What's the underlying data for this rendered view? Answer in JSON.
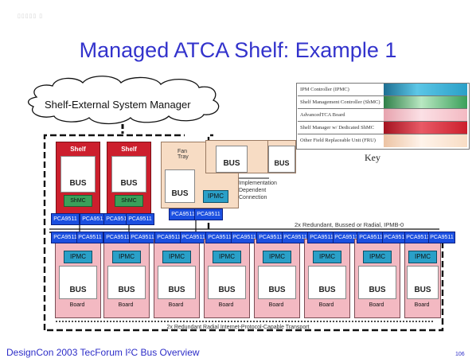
{
  "corner_mark": "▯▯▯▯▯ ▯",
  "title": "Managed ATCA Shelf: Example 1",
  "cloud_label": "Shelf-External System Manager",
  "key": {
    "label": "Key",
    "rows": [
      {
        "label": "IPM Controller (IPMC)",
        "color": "#2aa0c8"
      },
      {
        "label": "Shelf Management Controller (ShMC)",
        "color": "#3aa05a"
      },
      {
        "label": "AdvancedTCA Board",
        "color": "#f3b9c2"
      },
      {
        "label": "Shelf Manager w/ Dedicated ShMC",
        "color": "#cc1f2d"
      },
      {
        "label": "Other Field Replaceable Unit (FRU)",
        "color": "#f7dcc4"
      }
    ]
  },
  "shelf_managers": [
    {
      "label": "Shelf",
      "bus": "BUS",
      "shmc": "ShMC",
      "pca": [
        "PCA9511",
        "PCA9511"
      ]
    },
    {
      "label": "Shelf",
      "bus": "BUS",
      "shmc": "ShMC",
      "pca": [
        "PCA9511",
        "PCA9511"
      ]
    }
  ],
  "fan_tray": {
    "label": "Fan\nTray",
    "bus": "BUS",
    "ipmc": "IPMC",
    "pca": [
      "PCA9511",
      "PCA9511"
    ]
  },
  "other_frus": [
    {
      "bus": "BUS"
    },
    {
      "bus": "BUS"
    }
  ],
  "impl_note": "Implementation\nDependent\nConnection",
  "ipmb_label": "2x Redundant, Bussed or Radial, IPMB-0",
  "boards": [
    {
      "pca": [
        "PCA9511",
        "PCA9511"
      ],
      "ipmc": "IPMC",
      "bus": "BUS",
      "label": "Board"
    },
    {
      "pca": [
        "PCA9511",
        "PCA9511"
      ],
      "ipmc": "IPMC",
      "bus": "BUS",
      "label": "Board"
    },
    {
      "pca": [
        "PCA9511",
        "PCA9511"
      ],
      "ipmc": "IPMC",
      "bus": "BUS",
      "label": "Board"
    },
    {
      "pca": [
        "PCA9511",
        "PCA9511"
      ],
      "ipmc": "IPMC",
      "bus": "BUS",
      "label": "Board"
    },
    {
      "pca": [
        "PCA9511",
        "PCA9511"
      ],
      "ipmc": "IPMC",
      "bus": "BUS",
      "label": "Board"
    },
    {
      "pca": [
        "PCA9511",
        "PCA9511"
      ],
      "ipmc": "IPMC",
      "bus": "BUS",
      "label": "Board"
    },
    {
      "pca": [
        "PCA9511",
        "PCA9511"
      ],
      "ipmc": "IPMC",
      "bus": "BUS",
      "label": "Board"
    },
    {
      "pca": [
        "PCA9511",
        "PCA9511"
      ],
      "ipmc": "IPMC",
      "bus": "BUS",
      "label": "Board"
    }
  ],
  "transport_label": "2x Redundant Radial Internet-Protocol-Capable Transport",
  "footer": {
    "left": "DesignCon 2003  TecForum  I²C Bus Overview",
    "page": "106"
  }
}
